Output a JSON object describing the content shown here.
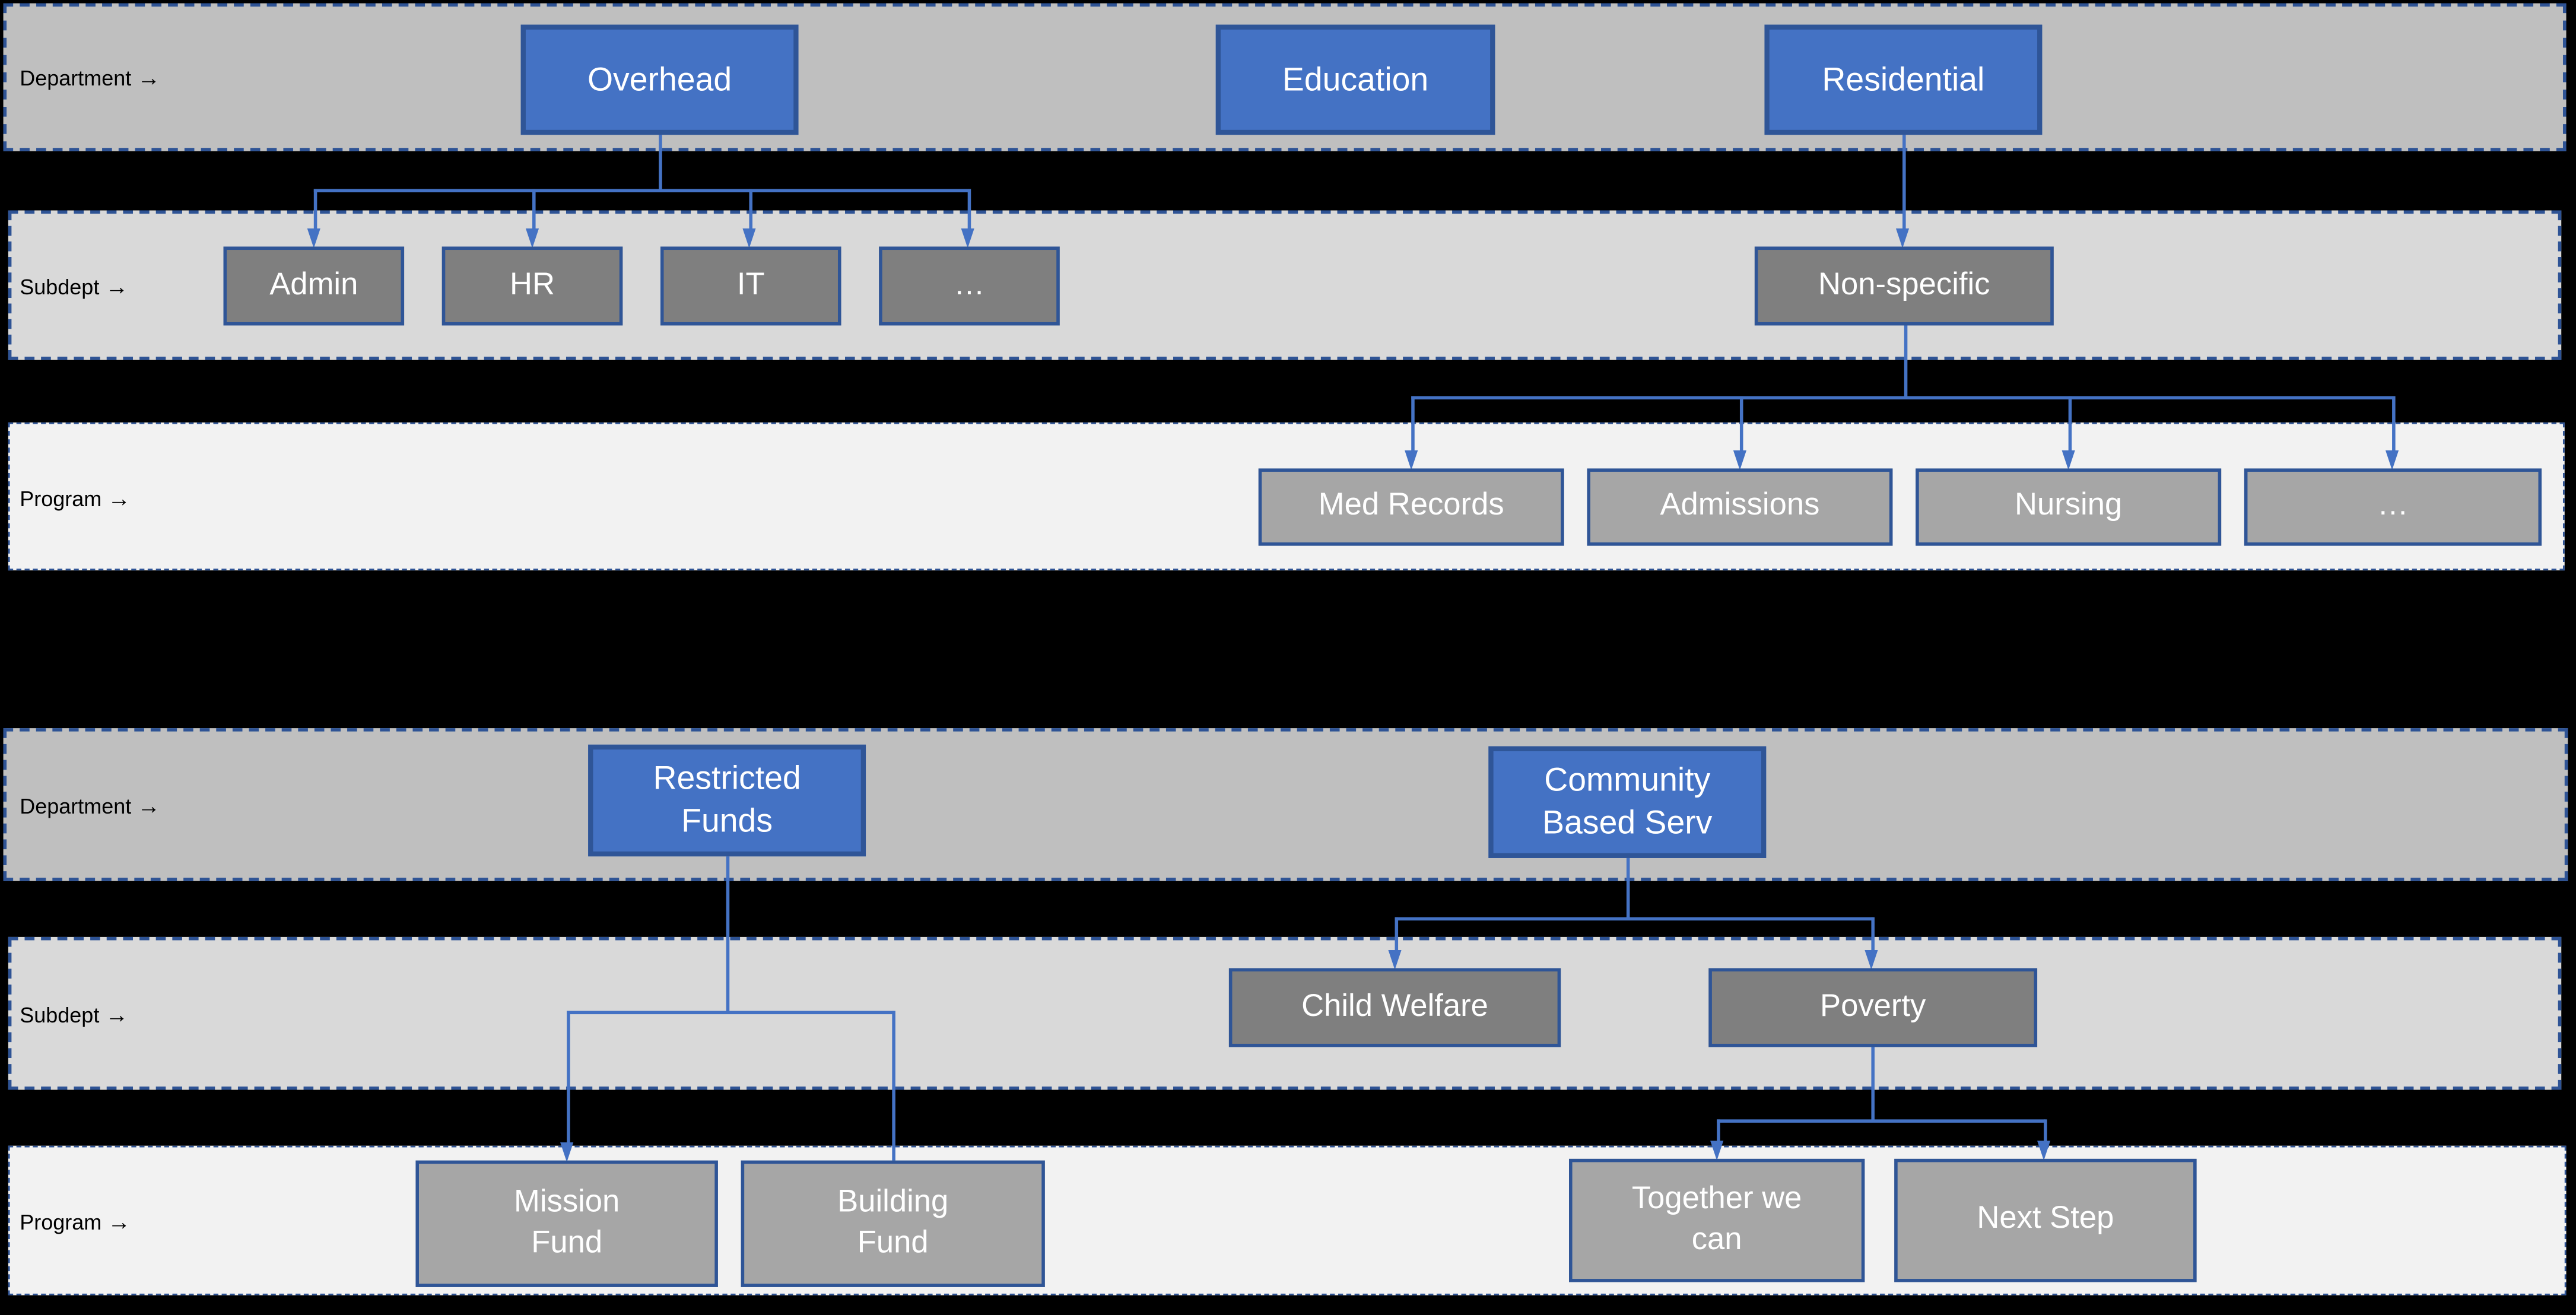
{
  "row_labels": {
    "department": "Department",
    "subdept": "Subdept",
    "program": "Program",
    "arrow": "→"
  },
  "top_chart": {
    "departments": [
      "Overhead",
      "Education",
      "Residential"
    ],
    "subdepts": [
      "Admin",
      "HR",
      "IT",
      "…",
      "Non-specific"
    ],
    "programs": [
      "Med Records",
      "Admissions",
      "Nursing",
      "…"
    ]
  },
  "bottom_chart": {
    "departments": [
      "Restricted\nFunds",
      "Community\nBased Serv"
    ],
    "subdepts": [
      "Child Welfare",
      "Poverty"
    ],
    "programs": [
      "Mission\nFund",
      "Building\nFund",
      "Together we\ncan",
      "Next Step"
    ]
  },
  "connections": [
    {
      "from": "Overhead",
      "to": [
        "Admin",
        "HR",
        "IT",
        "…"
      ]
    },
    {
      "from": "Residential",
      "to": [
        "Non-specific"
      ]
    },
    {
      "from": "Non-specific",
      "to": [
        "Med Records",
        "Admissions",
        "Nursing",
        "…"
      ]
    },
    {
      "from": "Restricted Funds",
      "to": [
        "Mission Fund",
        "Building Fund"
      ]
    },
    {
      "from": "Community Based Serv",
      "to": [
        "Child Welfare",
        "Poverty"
      ]
    },
    {
      "from": "Poverty",
      "to": [
        "Together we can",
        "Next Step"
      ]
    }
  ],
  "colors": {
    "background": "#000000",
    "department_node_fill": "#4472C4",
    "node_border": "#2F5597",
    "subdept_node_fill": "#7F7F7F",
    "program_node_fill": "#A6A6A6",
    "node_text": "#FFFFFF",
    "department_band_fill": "#BFBFBF",
    "subdept_band_fill": "#D9D9D9",
    "program_band_fill": "#F2F2F2",
    "band_border": "#2E5395",
    "connector": "#4472C4",
    "row_label_text": "#000000"
  }
}
